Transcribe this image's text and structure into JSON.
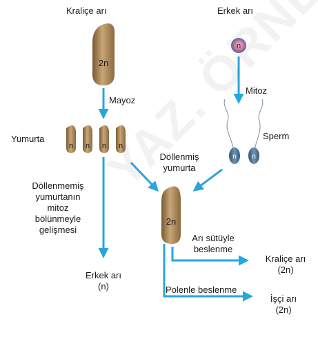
{
  "labels": {
    "queen": "Kraliçe arı",
    "male": "Erkek arı",
    "meiosis": "Mayoz",
    "mitosis": "Mitoz",
    "egg": "Yumurta",
    "sperm": "Sperm",
    "fertilized_line1": "Döllenmiş",
    "fertilized_line2": "yumurta",
    "parth_line1": "Döllenmemiş",
    "parth_line2": "yumurtanın",
    "parth_line3": "mitoz",
    "parth_line4": "bölünmeyle",
    "parth_line5": "gelişmesi",
    "male_result_line1": "Erkek arı",
    "male_result_line2": "(n)",
    "royal_line1": "Arı sütüyle",
    "royal_line2": "beslenme",
    "queen_result_line1": "Kraliçe arı",
    "queen_result_line2": "(2n)",
    "pollen": "Polenle beslenme",
    "worker_line1": "İşçi arı",
    "worker_line2": "(2n)"
  },
  "cell_labels": {
    "queen_cell": "2n",
    "male_cell": "n",
    "egg": "n",
    "sperm": "n",
    "zygote": "2n"
  },
  "watermark": "YAZ. ÖRNEK",
  "colors": {
    "arrow": "#27a6dd",
    "cell_light": "#c7a677",
    "cell_dark": "#7a5a32",
    "sperm_body": "#4d6f8c",
    "male_cell_ring": "#5569b3",
    "male_cell_core": "#d77f9c"
  }
}
